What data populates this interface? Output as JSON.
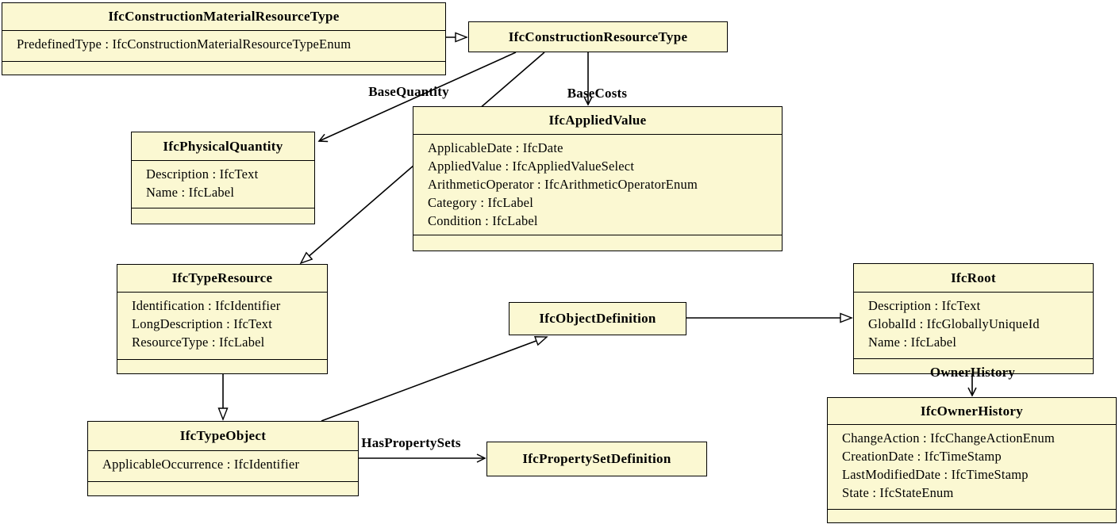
{
  "diagram": {
    "kind": "uml-class-diagram",
    "subject": "IfcConstructionMaterialResourceType"
  },
  "colors": {
    "box_fill": "#FBF8D2",
    "box_border": "#000000",
    "background": "#FFFFFF",
    "text": "#000000"
  },
  "classes": [
    {
      "name": "IfcConstructionMaterialResourceType",
      "attributes": [
        "PredefinedType : IfcConstructionMaterialResourceTypeEnum"
      ]
    },
    {
      "name": "IfcConstructionResourceType",
      "attributes": []
    },
    {
      "name": "IfcPhysicalQuantity",
      "attributes": [
        "Description : IfcText",
        "Name : IfcLabel"
      ]
    },
    {
      "name": "IfcAppliedValue",
      "attributes": [
        "ApplicableDate : IfcDate",
        "AppliedValue : IfcAppliedValueSelect",
        "ArithmeticOperator : IfcArithmeticOperatorEnum",
        "Category : IfcLabel",
        "Condition : IfcLabel"
      ]
    },
    {
      "name": "IfcTypeResource",
      "attributes": [
        "Identification : IfcIdentifier",
        "LongDescription : IfcText",
        "ResourceType : IfcLabel"
      ]
    },
    {
      "name": "IfcTypeObject",
      "attributes": [
        "ApplicableOccurrence : IfcIdentifier"
      ]
    },
    {
      "name": "IfcObjectDefinition",
      "attributes": []
    },
    {
      "name": "IfcRoot",
      "attributes": [
        "Description : IfcText",
        "GlobalId : IfcGloballyUniqueId",
        "Name : IfcLabel"
      ]
    },
    {
      "name": "IfcPropertySetDefinition",
      "attributes": []
    },
    {
      "name": "IfcOwnerHistory",
      "attributes": [
        "ChangeAction : IfcChangeActionEnum",
        "CreationDate : IfcTimeStamp",
        "LastModifiedDate : IfcTimeStamp",
        "State : IfcStateEnum"
      ]
    }
  ],
  "edges": [
    {
      "from": "IfcConstructionMaterialResourceType",
      "to": "IfcConstructionResourceType",
      "type": "generalization",
      "label": ""
    },
    {
      "from": "IfcConstructionResourceType",
      "to": "IfcPhysicalQuantity",
      "type": "association",
      "label": "BaseQuantity"
    },
    {
      "from": "IfcConstructionResourceType",
      "to": "IfcAppliedValue",
      "type": "association",
      "label": "BaseCosts"
    },
    {
      "from": "IfcConstructionResourceType",
      "to": "IfcTypeResource",
      "type": "generalization",
      "label": ""
    },
    {
      "from": "IfcTypeResource",
      "to": "IfcTypeObject",
      "type": "generalization",
      "label": ""
    },
    {
      "from": "IfcTypeObject",
      "to": "IfcObjectDefinition",
      "type": "generalization",
      "label": ""
    },
    {
      "from": "IfcObjectDefinition",
      "to": "IfcRoot",
      "type": "generalization",
      "label": ""
    },
    {
      "from": "IfcRoot",
      "to": "IfcOwnerHistory",
      "type": "association",
      "label": "OwnerHistory"
    },
    {
      "from": "IfcTypeObject",
      "to": "IfcPropertySetDefinition",
      "type": "association",
      "label": "HasPropertySets"
    }
  ]
}
